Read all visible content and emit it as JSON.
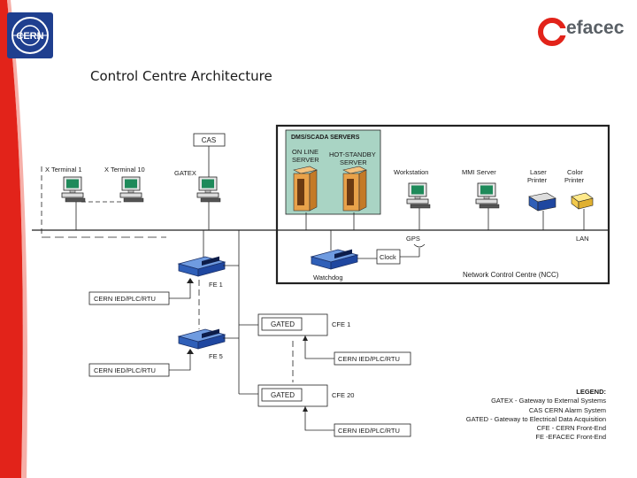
{
  "slide": {
    "title": "Control Centre Architecture",
    "brand": "efacec",
    "cern_logo_text": "CERN"
  },
  "colors": {
    "accent_red": "#e2231a",
    "scada_fill": "#a9d4c4",
    "server_orange": "#e8a24a",
    "fe_blue": "#2f5fb8",
    "terminal_green": "#1e8a5a"
  },
  "diagram": {
    "cas": "CAS",
    "gatex": "GATEX",
    "terminal_1": "X Terminal 1",
    "terminal_10": "X Terminal 10",
    "scada_title": "DMS/SCADA SERVERS",
    "online_server": [
      "ON LINE",
      "SERVER"
    ],
    "standby_server": [
      "HOT-STANDBY",
      "SERVER"
    ],
    "workstation": "Workstation",
    "mmi_server": "MMI Server",
    "laser_printer": [
      "Laser",
      "Printer"
    ],
    "color_printer": [
      "Color",
      "Printer"
    ],
    "gps": "GPS",
    "lan": "LAN",
    "clock": "Clock",
    "watchdog": "Watchdog",
    "ncc": "Network Control Centre (NCC)",
    "fe1": "FE 1",
    "fe5": "FE 5",
    "cern_ied_1": "CERN IED/PLC/RTU",
    "cern_ied_2": "CERN IED/PLC/RTU",
    "cern_ied_3": "CERN IED/PLC/RTU",
    "cern_ied_4": "CERN IED/PLC/RTU",
    "gated_1": "GATED",
    "gated_2": "GATED",
    "cfe1": "CFE 1",
    "cfe20": "CFE 20"
  },
  "legend": {
    "title": "LEGEND:",
    "lines": [
      "GATEX - Gateway to External Systems",
      "CAS   CERN Alarm System",
      "GATED - Gateway to Electrical Data Acquisition",
      "CFE - CERN Front-End",
      "FE -EFACEC Front-End"
    ]
  }
}
